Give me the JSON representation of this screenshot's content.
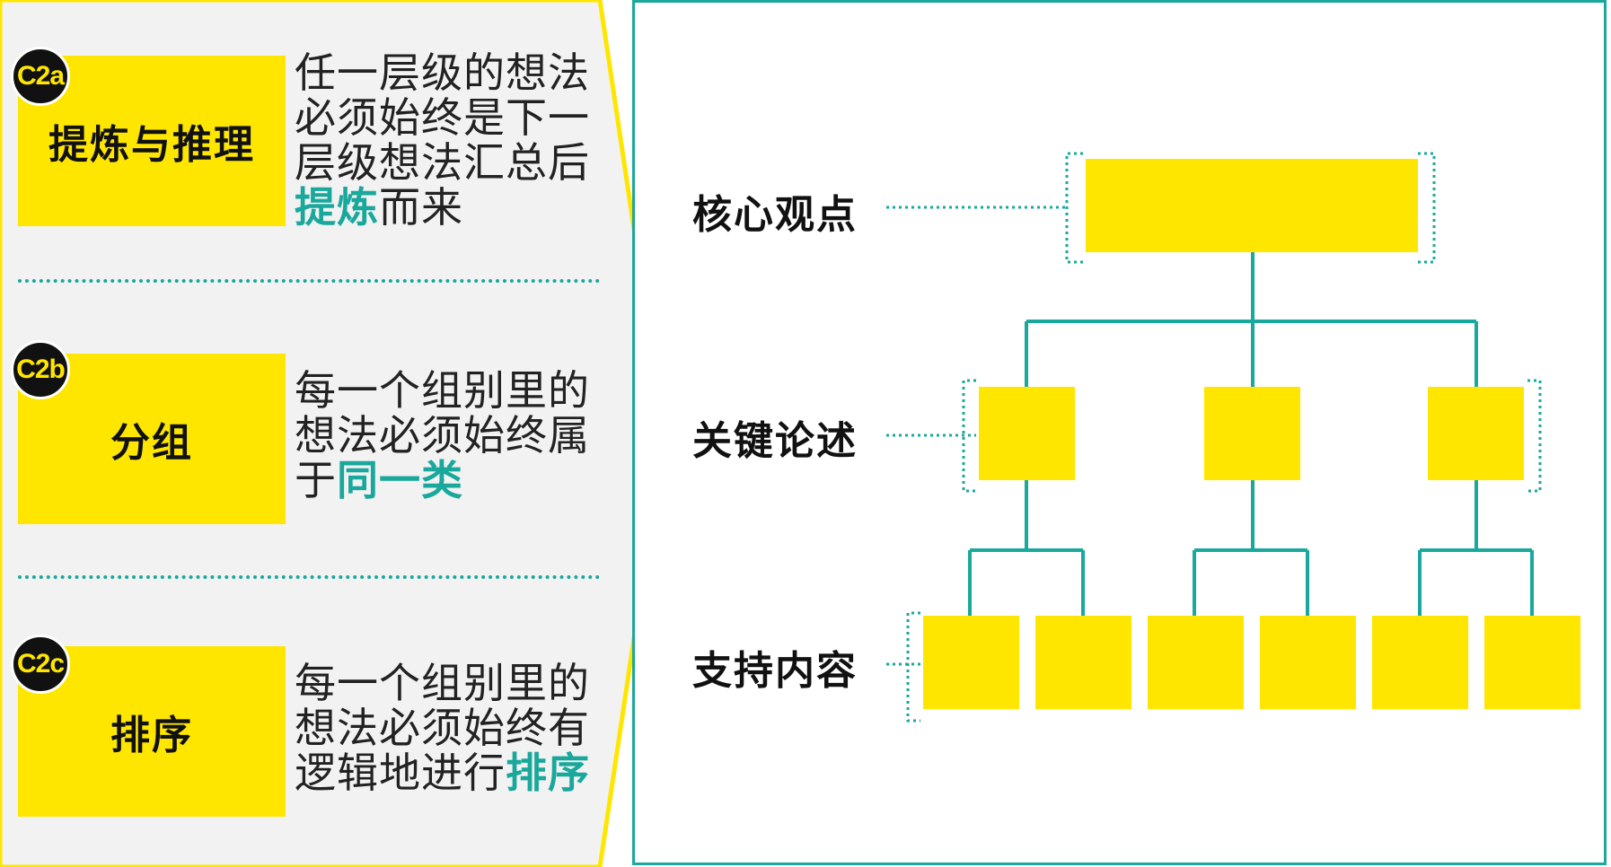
{
  "sections": [
    {
      "badge": "C2a",
      "title": "提炼与推理",
      "desc_parts": [
        "任一层级的想法必须始终是下一层级想法汇总后",
        "提炼",
        "而来"
      ]
    },
    {
      "badge": "C2b",
      "title": "分组",
      "desc_parts": [
        "每一个组别里的想法必须始终属于",
        "同一类",
        ""
      ]
    },
    {
      "badge": "C2c",
      "title": "排序",
      "desc_parts": [
        "每一个组别里的想法必须始终有逻辑地进行",
        "排序",
        ""
      ]
    }
  ],
  "diagram": {
    "levels": [
      "核心观点",
      "关键论述",
      "支持内容"
    ]
  },
  "colors": {
    "accent_yellow": "#ffe600",
    "accent_teal": "#1aa89c"
  }
}
